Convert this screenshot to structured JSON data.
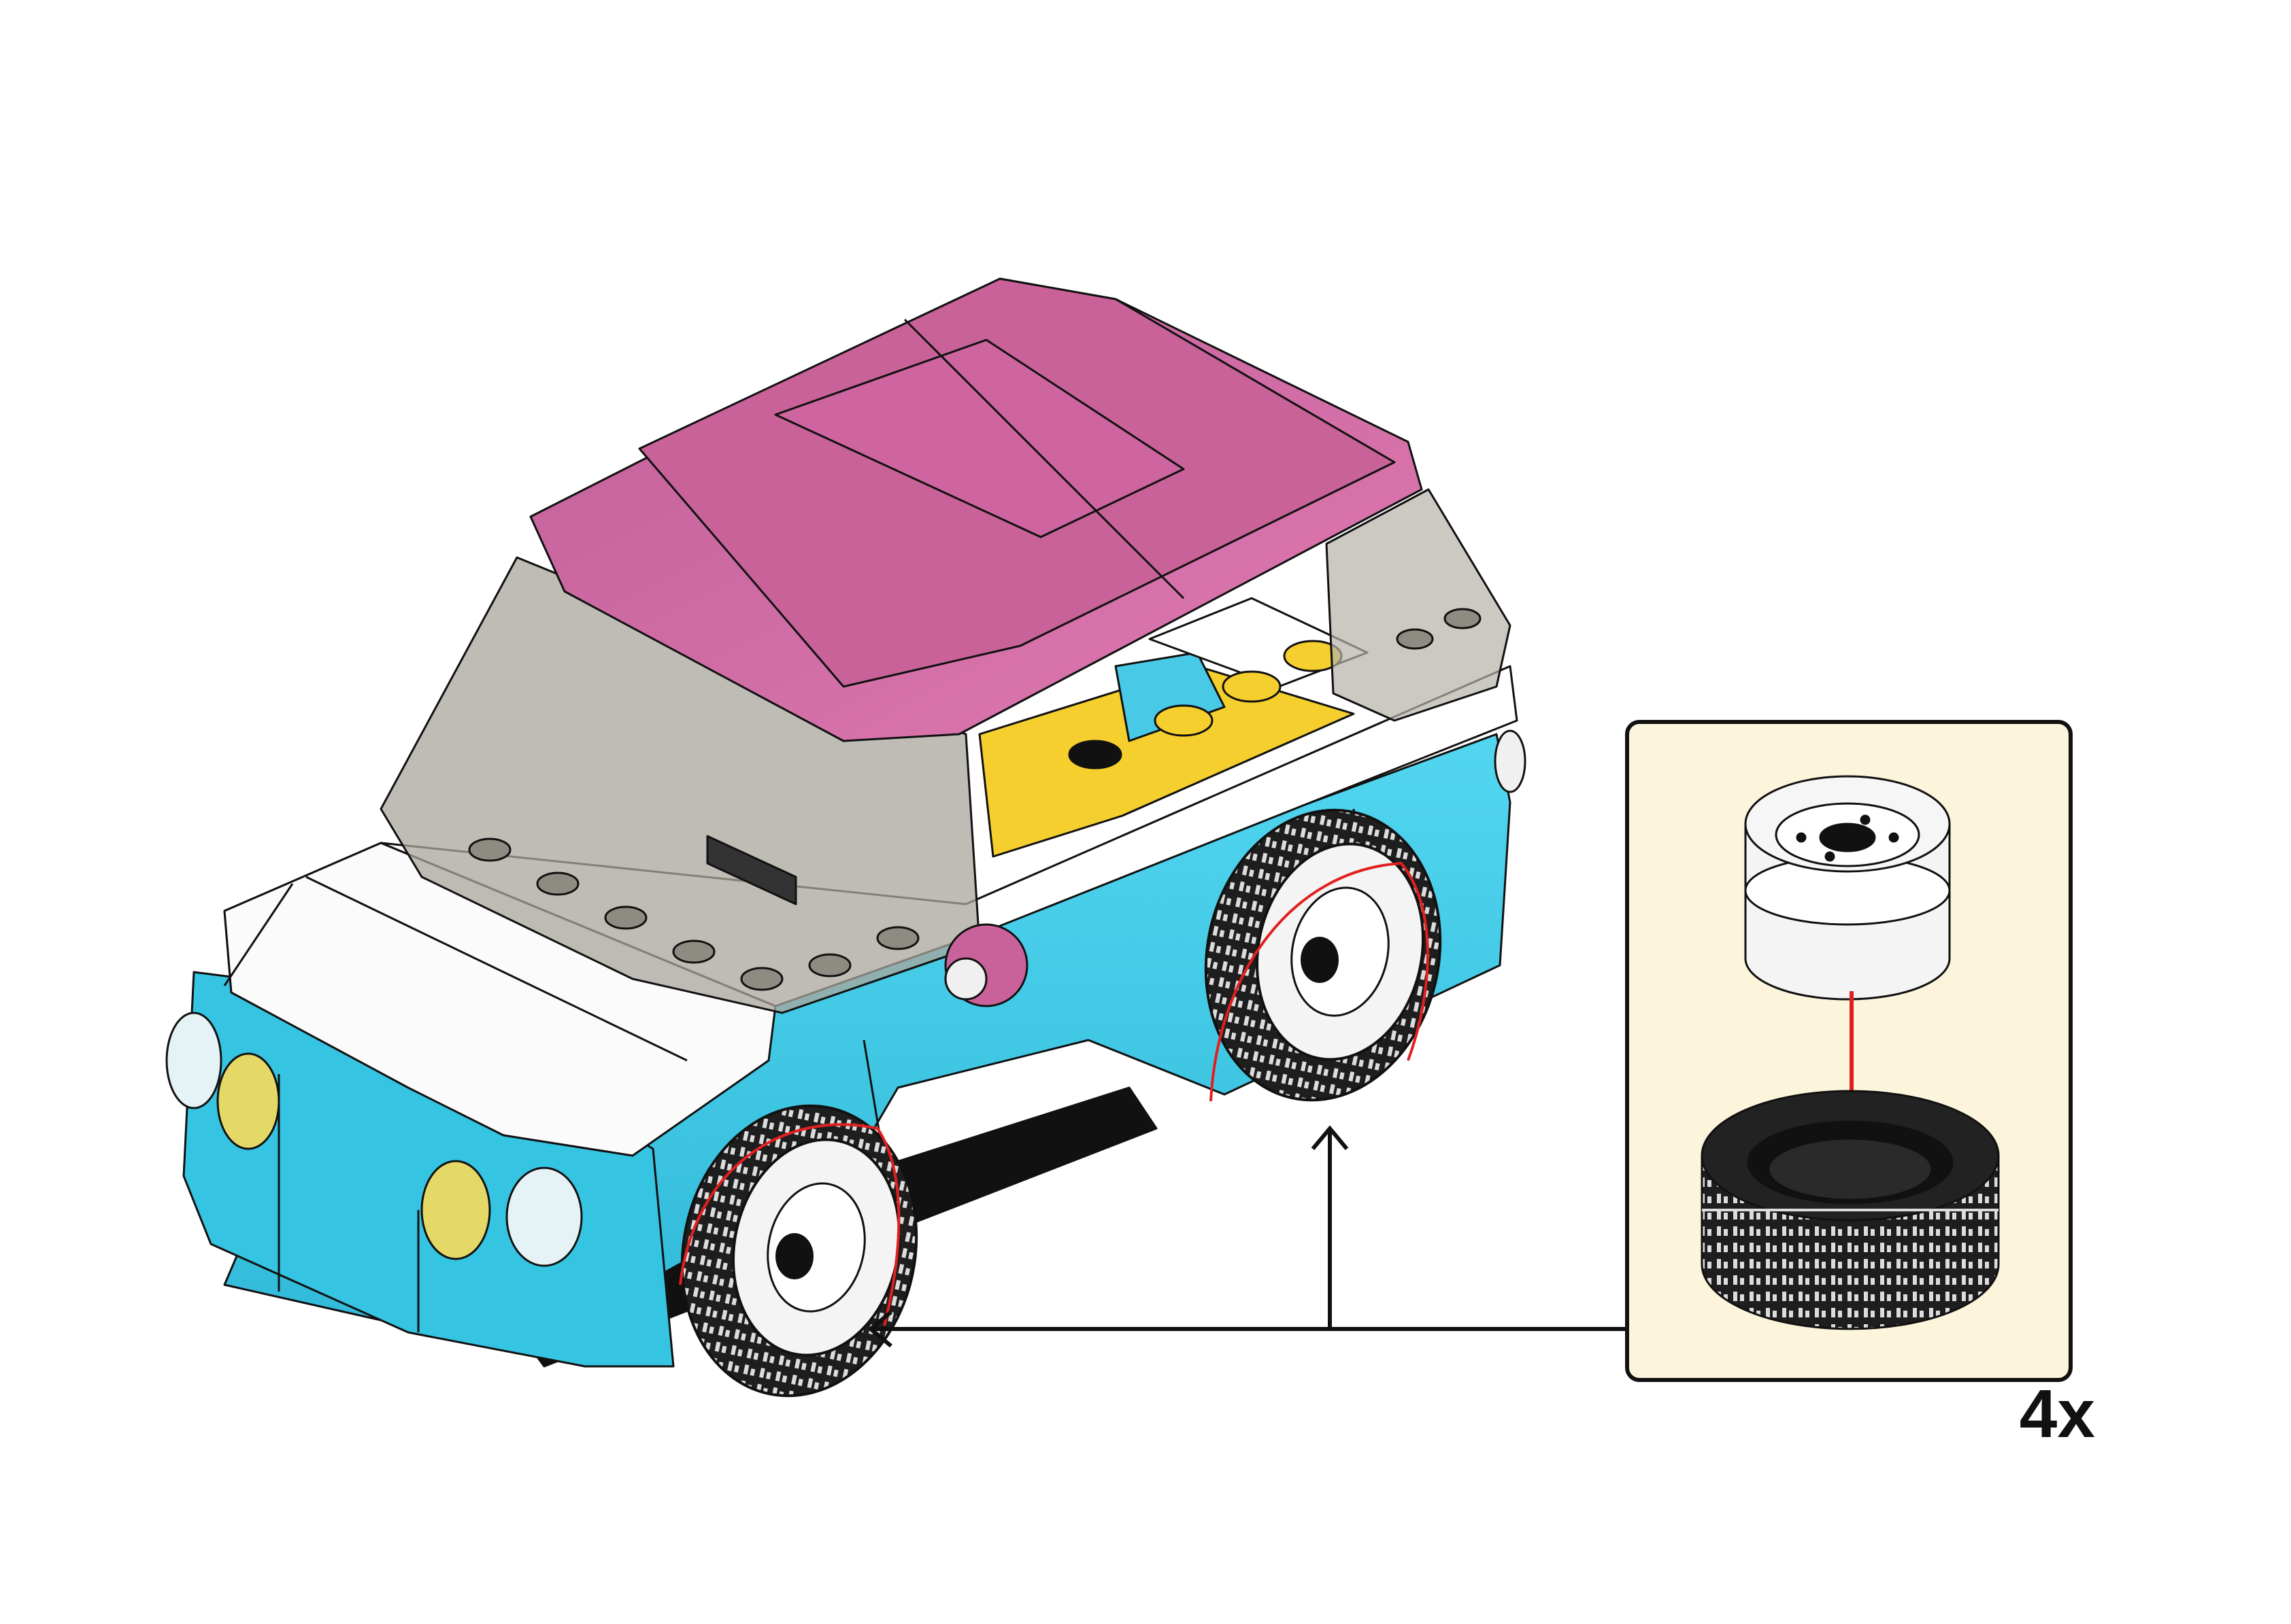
{
  "step": {
    "multiplier": "4x",
    "model": "car",
    "subassembly_parts": [
      "wheel-rim",
      "tire"
    ]
  },
  "colors": {
    "roof": "#d06aa4",
    "body": "#3fcbe8",
    "body_white": "#ffffff",
    "glass": "#a9a69c",
    "plate_yellow": "#f4cf2d",
    "headlight_yellow": "#e4d867",
    "tire": "#1c1c1c",
    "rim": "#f4f4f4",
    "callout_bg": "#fdf4dc",
    "highlight_red": "#e02020",
    "arrow": "#111111"
  }
}
